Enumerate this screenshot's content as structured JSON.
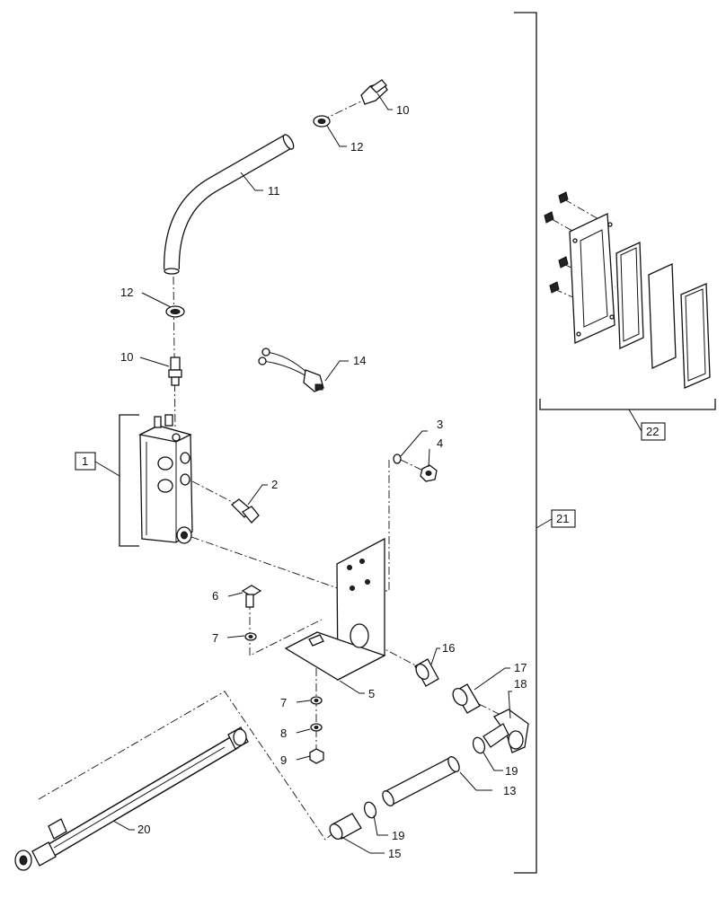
{
  "callouts": {
    "c1": "1",
    "c2": "2",
    "c3": "3",
    "c4": "4",
    "c5": "5",
    "c6": "6",
    "c7a": "7",
    "c7b": "7",
    "c8": "8",
    "c9": "9",
    "c10a": "10",
    "c10b": "10",
    "c11": "11",
    "c12a": "12",
    "c12b": "12",
    "c13": "13",
    "c14": "14",
    "c15": "15",
    "c16": "16",
    "c17": "17",
    "c18": "18",
    "c19a": "19",
    "c19b": "19",
    "c20": "20",
    "c21": "21",
    "c22": "22"
  }
}
